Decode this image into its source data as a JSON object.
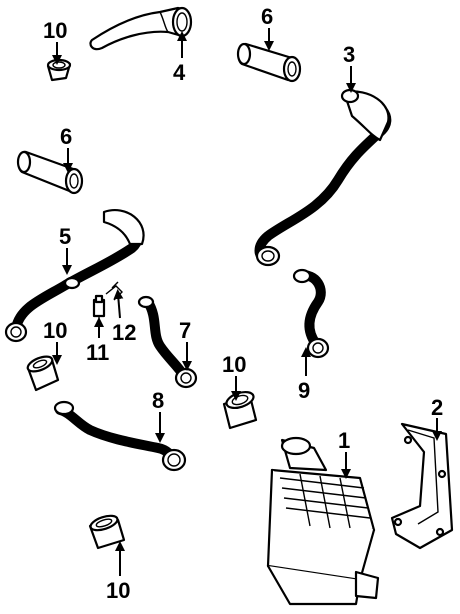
{
  "callouts": [
    {
      "id": "c1",
      "label": "1"
    },
    {
      "id": "c2",
      "label": "2"
    },
    {
      "id": "c3",
      "label": "3"
    },
    {
      "id": "c4",
      "label": "4"
    },
    {
      "id": "c5",
      "label": "5"
    },
    {
      "id": "c6a",
      "label": "6"
    },
    {
      "id": "c6b",
      "label": "6"
    },
    {
      "id": "c7",
      "label": "7"
    },
    {
      "id": "c8",
      "label": "8"
    },
    {
      "id": "c9",
      "label": "9"
    },
    {
      "id": "c10a",
      "label": "10"
    },
    {
      "id": "c10b",
      "label": "10"
    },
    {
      "id": "c10c",
      "label": "10"
    },
    {
      "id": "c10d",
      "label": "10"
    },
    {
      "id": "c11",
      "label": "11"
    },
    {
      "id": "c12",
      "label": "12"
    }
  ],
  "colors": {
    "line": "#000000",
    "background": "#ffffff"
  }
}
